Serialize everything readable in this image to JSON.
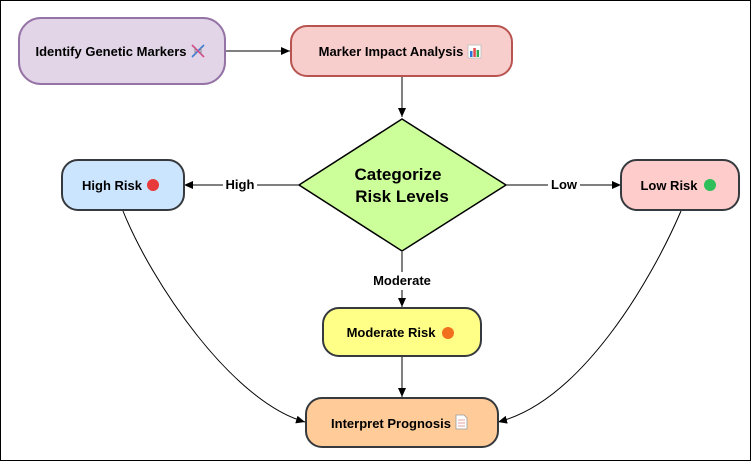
{
  "diagram": {
    "nodes": {
      "identify": {
        "label": "Identify Genetic Markers",
        "icon": "dna-icon",
        "fill": "#e1d5e7",
        "stroke": "#9673a6"
      },
      "impact": {
        "label": "Marker Impact Analysis",
        "icon": "bar-chart-icon",
        "fill": "#f8cecc",
        "stroke": "#b85450"
      },
      "categorize": {
        "line1": "Categorize",
        "line2": "Risk Levels",
        "fill": "#ccff99",
        "stroke": "#000000"
      },
      "high": {
        "label": "High Risk",
        "icon": "red-circle-icon",
        "fill": "#cce5ff",
        "stroke": "#36393d"
      },
      "low": {
        "label": "Low Risk",
        "icon": "green-circle-icon",
        "fill": "#ffcccc",
        "stroke": "#36393d"
      },
      "moderate": {
        "label": "Moderate Risk",
        "icon": "orange-circle-icon",
        "fill": "#ffff88",
        "stroke": "#36393d"
      },
      "prognosis": {
        "label": "Interpret Prognosis",
        "icon": "document-icon",
        "fill": "#ffcc99",
        "stroke": "#36393d"
      }
    },
    "edge_labels": {
      "high": "High",
      "low": "Low",
      "moderate": "Moderate"
    }
  }
}
